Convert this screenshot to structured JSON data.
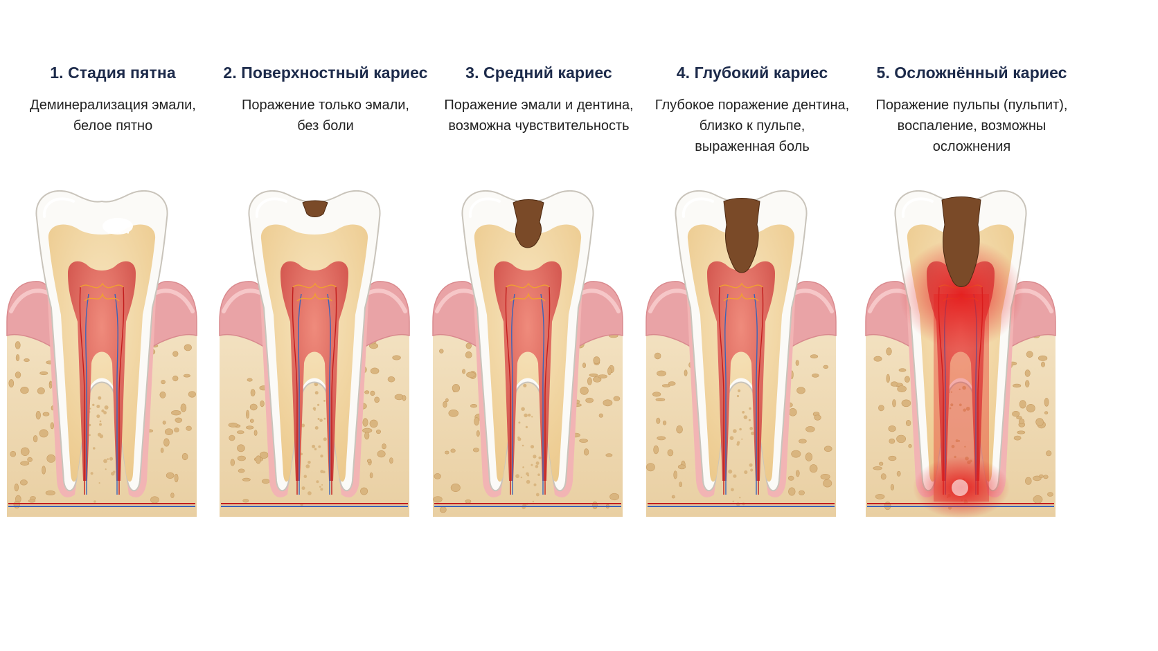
{
  "colors": {
    "title": "#1c2a4a",
    "text": "#222222",
    "enamel": "#fbfaf7",
    "dentin": "#f1d7a4",
    "pulp": "#d8524a",
    "gum": "#e9a3a6",
    "bone": "#efd9b4",
    "caries": "#7a4a28",
    "inflammation": "#e41e1e"
  },
  "stages": [
    {
      "title": "1. Стадия пятна",
      "description": [
        "Деминерализация эмали,",
        "белое пятно"
      ],
      "lesion": "white-spot"
    },
    {
      "title": "2. Поверхностный кариес",
      "description": [
        "Поражение только эмали,",
        "без боли"
      ],
      "lesion": "enamel"
    },
    {
      "title": "3. Средний кариес",
      "description": [
        "Поражение эмали и дентина,",
        "возможна чувствительность"
      ],
      "lesion": "dentin"
    },
    {
      "title": "4. Глубокий кариес",
      "description": [
        "Глубокое поражение дентина,",
        "близко к пульпе,",
        "выраженная боль"
      ],
      "lesion": "deep"
    },
    {
      "title": "5. Осложнённый кариес",
      "description": [
        "Поражение пульпы (пульпит),",
        "воспаление, возможны",
        "осложнения"
      ],
      "lesion": "pulpitis"
    }
  ]
}
